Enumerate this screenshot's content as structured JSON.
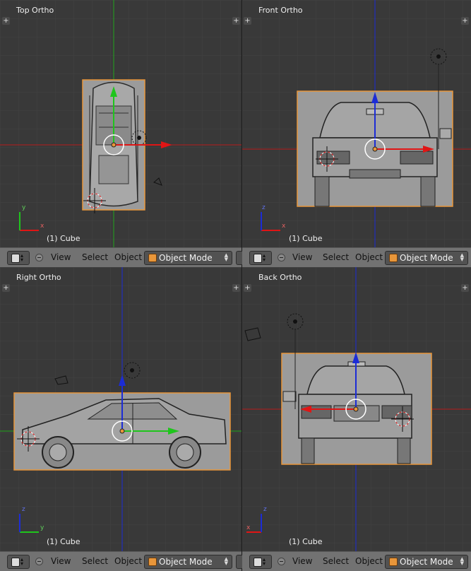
{
  "viewports": [
    {
      "id": "top",
      "title": "Top Ortho",
      "object_label": "(1) Cube",
      "axis_h": "x",
      "axis_v": "y"
    },
    {
      "id": "front",
      "title": "Front Ortho",
      "object_label": "(1) Cube",
      "axis_h": "x",
      "axis_v": "z"
    },
    {
      "id": "right",
      "title": "Right Ortho",
      "object_label": "(1) Cube",
      "axis_h": "y",
      "axis_v": "z"
    },
    {
      "id": "back",
      "title": "Back Ortho",
      "object_label": "(1) Cube",
      "axis_h": "x",
      "axis_v": "z"
    }
  ],
  "header": {
    "menu_view": "View",
    "menu_select": "Select",
    "menu_object": "Object",
    "mode": "Object Mode"
  },
  "colors": {
    "background": "#393939",
    "grid": "#444444",
    "selection": "#e8963a",
    "axis_x": "#d21c1c",
    "axis_y": "#22c21f",
    "axis_z": "#1c2cd6",
    "image_bg": "#9b9b9b"
  }
}
